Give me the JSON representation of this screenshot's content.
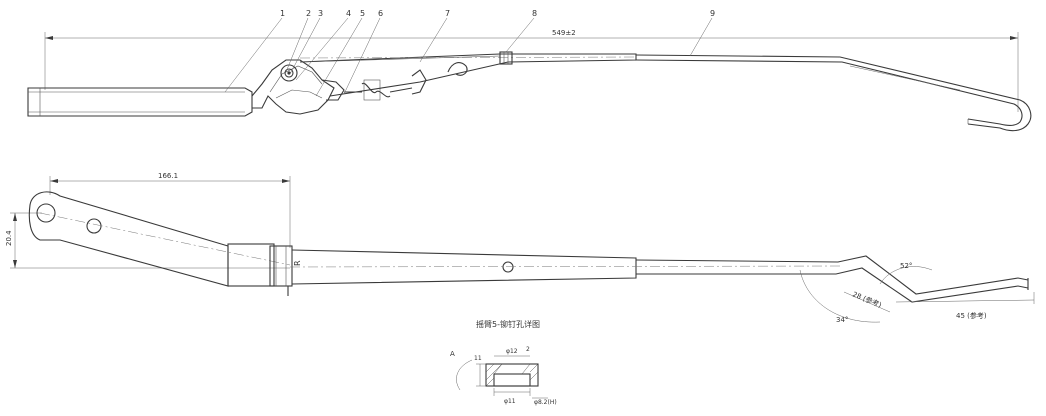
{
  "side_view": {
    "callouts": [
      "1",
      "2",
      "3",
      "4",
      "5",
      "6",
      "7",
      "8",
      "9"
    ],
    "overall_dimension": "549±2"
  },
  "plan_view": {
    "length_dimension": "166.1",
    "height_dimension": "20.4",
    "stamp_text": "R",
    "angle_1": "52°",
    "angle_2": "34°",
    "dim_segment_1": "28 (参考)",
    "dim_segment_2": "45 (参考)"
  },
  "detail": {
    "title": "摇臂5-铆钉孔详图",
    "labels": [
      "A",
      "11",
      "φ12",
      "2",
      "φ11",
      "φ8.2(H)"
    ]
  },
  "colors": {
    "line": "#3a3a3a",
    "dimension": "#666666",
    "background": "#ffffff"
  }
}
